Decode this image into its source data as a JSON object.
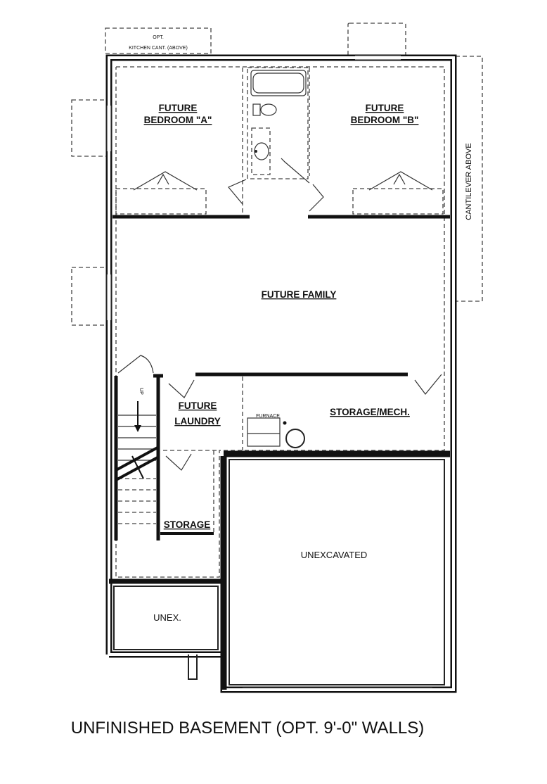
{
  "labels": {
    "opt_kitchen_1": "OPT.",
    "opt_kitchen_2": "KITCHEN CANT. (ABOVE)",
    "bedroom_a_1": "FUTURE",
    "bedroom_a_2": "BEDROOM \"A\"",
    "bedroom_b_1": "FUTURE",
    "bedroom_b_2": "BEDROOM \"B\"",
    "cantilever": "CANTILEVER ABOVE",
    "family": "FUTURE FAMILY",
    "laundry_1": "FUTURE",
    "laundry_2": "LAUNDRY",
    "storage_mech": "STORAGE/MECH.",
    "furnace": "FURNACE",
    "stair_up": "UP",
    "storage": "STORAGE",
    "unexcavated": "UNEXCAVATED",
    "unex": "UNEX."
  },
  "caption": "UNFINISHED BASEMENT (OPT. 9'-0\" WALLS)"
}
